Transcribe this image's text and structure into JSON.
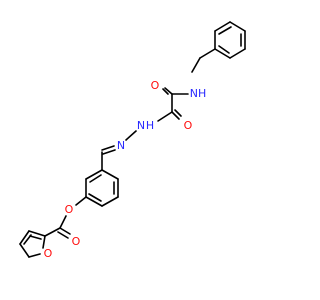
{
  "molecule": {
    "colors": {
      "carbon_bond": "#000000",
      "nitrogen": "#2a2aff",
      "oxygen": "#ff0d0d",
      "background": "#ffffff"
    },
    "atoms": {
      "nh_label": "NH",
      "o_amide1_label": "O",
      "o_amide2_label": "O",
      "n_hydrazone1_label": "N",
      "n_hydrazone2_label": "N",
      "hn_label": "H",
      "o_ester_label": "O",
      "o_carbonyl_label": "O",
      "o_furan_label": "O"
    }
  }
}
